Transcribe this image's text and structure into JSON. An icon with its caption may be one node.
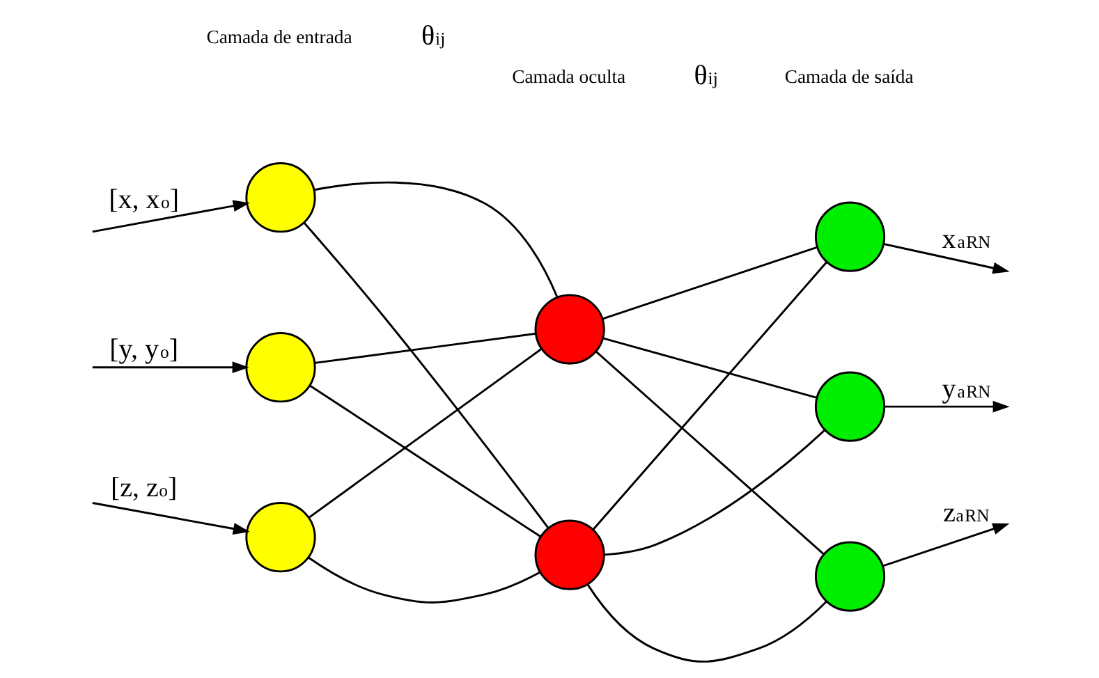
{
  "diagram": {
    "nodes": [
      {
        "text": [],
        "shape": "circle"
      },
      {
        "text": [],
        "shape": "circle"
      },
      {
        "text": [],
        "shape": "circle"
      },
      {
        "text": [],
        "shape": "circle"
      },
      {
        "text": [],
        "shape": "circle"
      },
      {
        "text": [],
        "shape": "circle"
      },
      {
        "text": [],
        "shape": "circle"
      },
      {
        "text": [],
        "shape": "circle"
      }
    ],
    "edges": [
      {
        "from": null,
        "to": 0,
        "arrow": "to",
        "label": "[x, x$^{o}$]"
      },
      {
        "from": null,
        "to": 1,
        "arrow": "to",
        "label": "[y, y$^{o}$]"
      },
      {
        "from": null,
        "to": 2,
        "arrow": "to",
        "label": "[z, z$^{o}$]"
      },
      {
        "from": 0,
        "to": 3,
        "arrow": "none"
      },
      {
        "from": 0,
        "to": 4,
        "arrow": "none"
      },
      {
        "from": 1,
        "to": 3,
        "arrow": "none"
      },
      {
        "from": 1,
        "to": 4,
        "arrow": "none"
      },
      {
        "from": 2,
        "to": 3,
        "arrow": "none"
      },
      {
        "from": 2,
        "to": 4,
        "arrow": "none"
      },
      {
        "from": 3,
        "to": 5,
        "arrow": "none"
      },
      {
        "from": 3,
        "to": 6,
        "arrow": "none"
      },
      {
        "from": 3,
        "to": 7,
        "arrow": "none"
      },
      {
        "from": 4,
        "to": 5,
        "arrow": "none"
      },
      {
        "from": 4,
        "to": 6,
        "arrow": "none"
      },
      {
        "from": 4,
        "to": 7,
        "arrow": "none"
      },
      {
        "from": 5,
        "to": null,
        "arrow": "to",
        "label": "x$^{a}$$_{RN}$"
      },
      {
        "from": 6,
        "to": null,
        "arrow": "to",
        "label": "y$^{a}$$_{RN}$"
      },
      {
        "from": 7,
        "to": null,
        "arrow": "to",
        "label": "z$^{a}$$_{RN}$"
      }
    ],
    "labels": [
      "Camada de entrada",
      "Camada de saída",
      "θ$_{ij}$",
      "Camada oculta",
      "θ$_{ij}$"
    ]
  }
}
